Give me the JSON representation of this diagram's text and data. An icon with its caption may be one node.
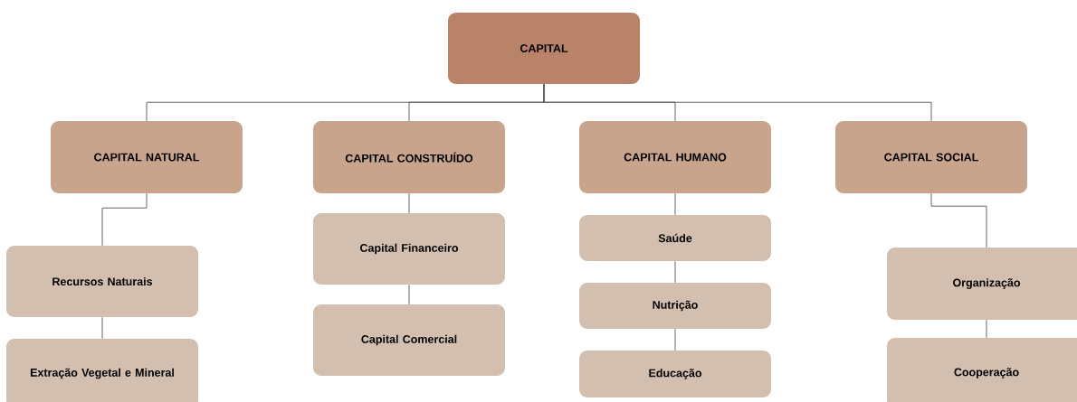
{
  "diagram": {
    "nodes": [
      {
        "text": [
          "CAPITAL"
        ]
      },
      {
        "text": [
          "CAPITAL NATURAL"
        ]
      },
      {
        "text": [
          "CAPITAL CONSTRUÍDO"
        ]
      },
      {
        "text": [
          "CAPITAL HUMANO"
        ]
      },
      {
        "text": [
          "CAPITAL SOCIAL"
        ]
      },
      {
        "text": [
          "Recursos Naturais"
        ]
      },
      {
        "text": [
          "Extração Vegetal e Mineral"
        ]
      },
      {
        "text": [
          "Capital Financeiro"
        ]
      },
      {
        "text": [
          "Capital Comercial"
        ]
      },
      {
        "text": [
          "Saúde"
        ]
      },
      {
        "text": [
          "Nutrição"
        ]
      },
      {
        "text": [
          "Educação"
        ]
      },
      {
        "text": [
          "Organização"
        ]
      },
      {
        "text": [
          "Cooperação"
        ]
      }
    ],
    "edges": [
      {
        "from": 0,
        "to": 1,
        "arrow": "none"
      },
      {
        "from": 0,
        "to": 2,
        "arrow": "none"
      },
      {
        "from": 0,
        "to": 3,
        "arrow": "none"
      },
      {
        "from": 0,
        "to": 4,
        "arrow": "none"
      },
      {
        "from": 1,
        "to": 5,
        "arrow": "none"
      },
      {
        "from": 5,
        "to": 6,
        "arrow": "none"
      },
      {
        "from": 2,
        "to": 7,
        "arrow": "none"
      },
      {
        "from": 7,
        "to": 8,
        "arrow": "none"
      },
      {
        "from": 3,
        "to": 9,
        "arrow": "none"
      },
      {
        "from": 9,
        "to": 10,
        "arrow": "none"
      },
      {
        "from": 10,
        "to": 11,
        "arrow": "none"
      },
      {
        "from": 4,
        "to": 12,
        "arrow": "none"
      },
      {
        "from": 12,
        "to": 13,
        "arrow": "none"
      }
    ]
  }
}
